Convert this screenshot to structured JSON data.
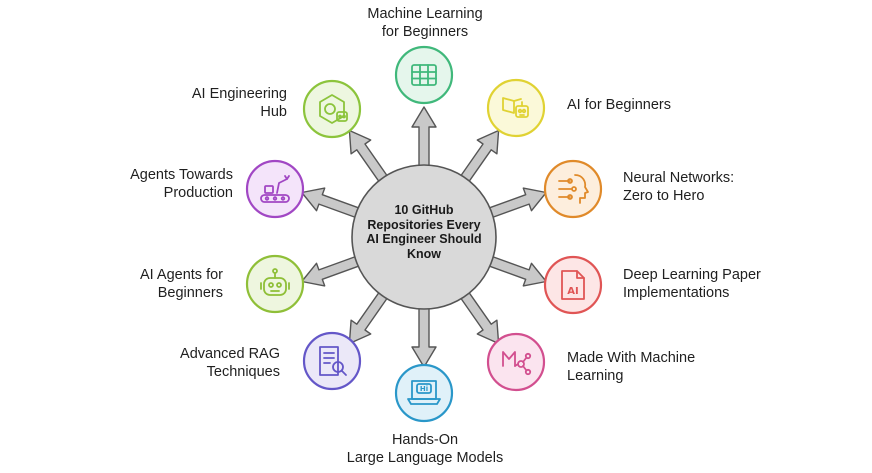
{
  "center": {
    "title": "10 GitHub\nRepositories Every\nAI Engineer Should\nKnow",
    "fill": "#d9d9d9",
    "arrow_fill": "#c9c9c9",
    "stroke": "#555555"
  },
  "nodes": [
    {
      "id": "ml-beginners",
      "label": "Machine Learning\nfor Beginners",
      "color": "#40b87b",
      "fill": "#e5f6ec",
      "icon": "grid-table-icon"
    },
    {
      "id": "ai-beginners",
      "label": "AI for Beginners",
      "color": "#e0d233",
      "fill": "#fbf9d9",
      "icon": "book-robot-icon"
    },
    {
      "id": "neural-networks",
      "label": "Neural Networks:\nZero to Hero",
      "color": "#e08a2a",
      "fill": "#fdeedd",
      "icon": "brain-head-icon"
    },
    {
      "id": "dl-papers",
      "label": "Deep Learning Paper\nImplementations",
      "color": "#e05555",
      "fill": "#fde6e6",
      "icon": "ai-document-icon"
    },
    {
      "id": "made-with-ml",
      "label": "Made With Machine\nLearning",
      "color": "#d24f8f",
      "fill": "#fbe4ef",
      "icon": "ml-network-icon"
    },
    {
      "id": "hands-on-llm",
      "label": "Hands-On\nLarge Language Models",
      "color": "#2a97c9",
      "fill": "#e0f1f9",
      "icon": "laptop-chat-icon"
    },
    {
      "id": "advanced-rag",
      "label": "Advanced RAG\nTechniques",
      "color": "#6457c8",
      "fill": "#ebe8f8",
      "icon": "document-search-icon"
    },
    {
      "id": "ai-agents-beginners",
      "label": "AI Agents for\nBeginners",
      "color": "#8fbf38",
      "fill": "#eef6df",
      "icon": "robot-head-icon"
    },
    {
      "id": "agents-production",
      "label": "Agents Towards\nProduction",
      "color": "#a147c4",
      "fill": "#f4e4fa",
      "icon": "robot-arm-conveyor-icon"
    },
    {
      "id": "ai-eng-hub",
      "label": "AI Engineering\nHub",
      "color": "#8cc43c",
      "fill": "#eef7e0",
      "icon": "hexagon-robot-icon"
    }
  ]
}
